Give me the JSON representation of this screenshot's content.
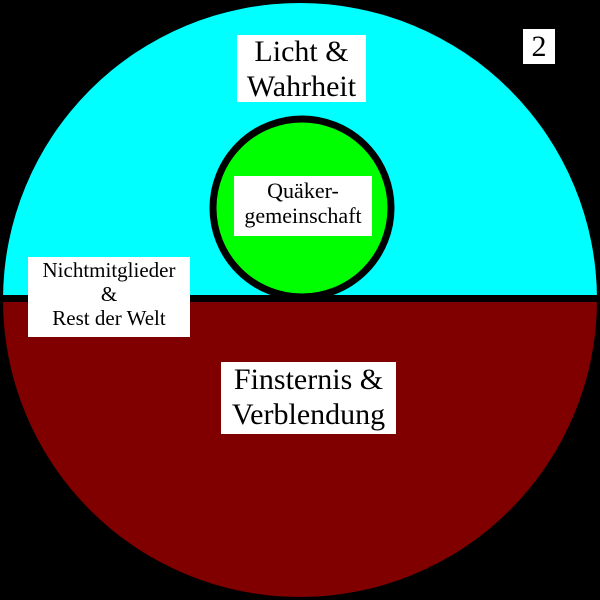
{
  "colors": {
    "background": "#000000",
    "upper_region": "#00ffff",
    "lower_region": "#800000",
    "center_circle": "#00ff00",
    "outline": "#000000",
    "label_background": "#ffffff"
  },
  "labels": {
    "top": [
      "Licht &",
      "Wahrheit"
    ],
    "center": [
      "Quäker-",
      "gemeinschaft"
    ],
    "left": [
      "Nichtmitglieder",
      "&",
      "Rest der Welt"
    ],
    "bottom": [
      "Finsternis &",
      "Verblendung"
    ]
  },
  "page_number": "2"
}
